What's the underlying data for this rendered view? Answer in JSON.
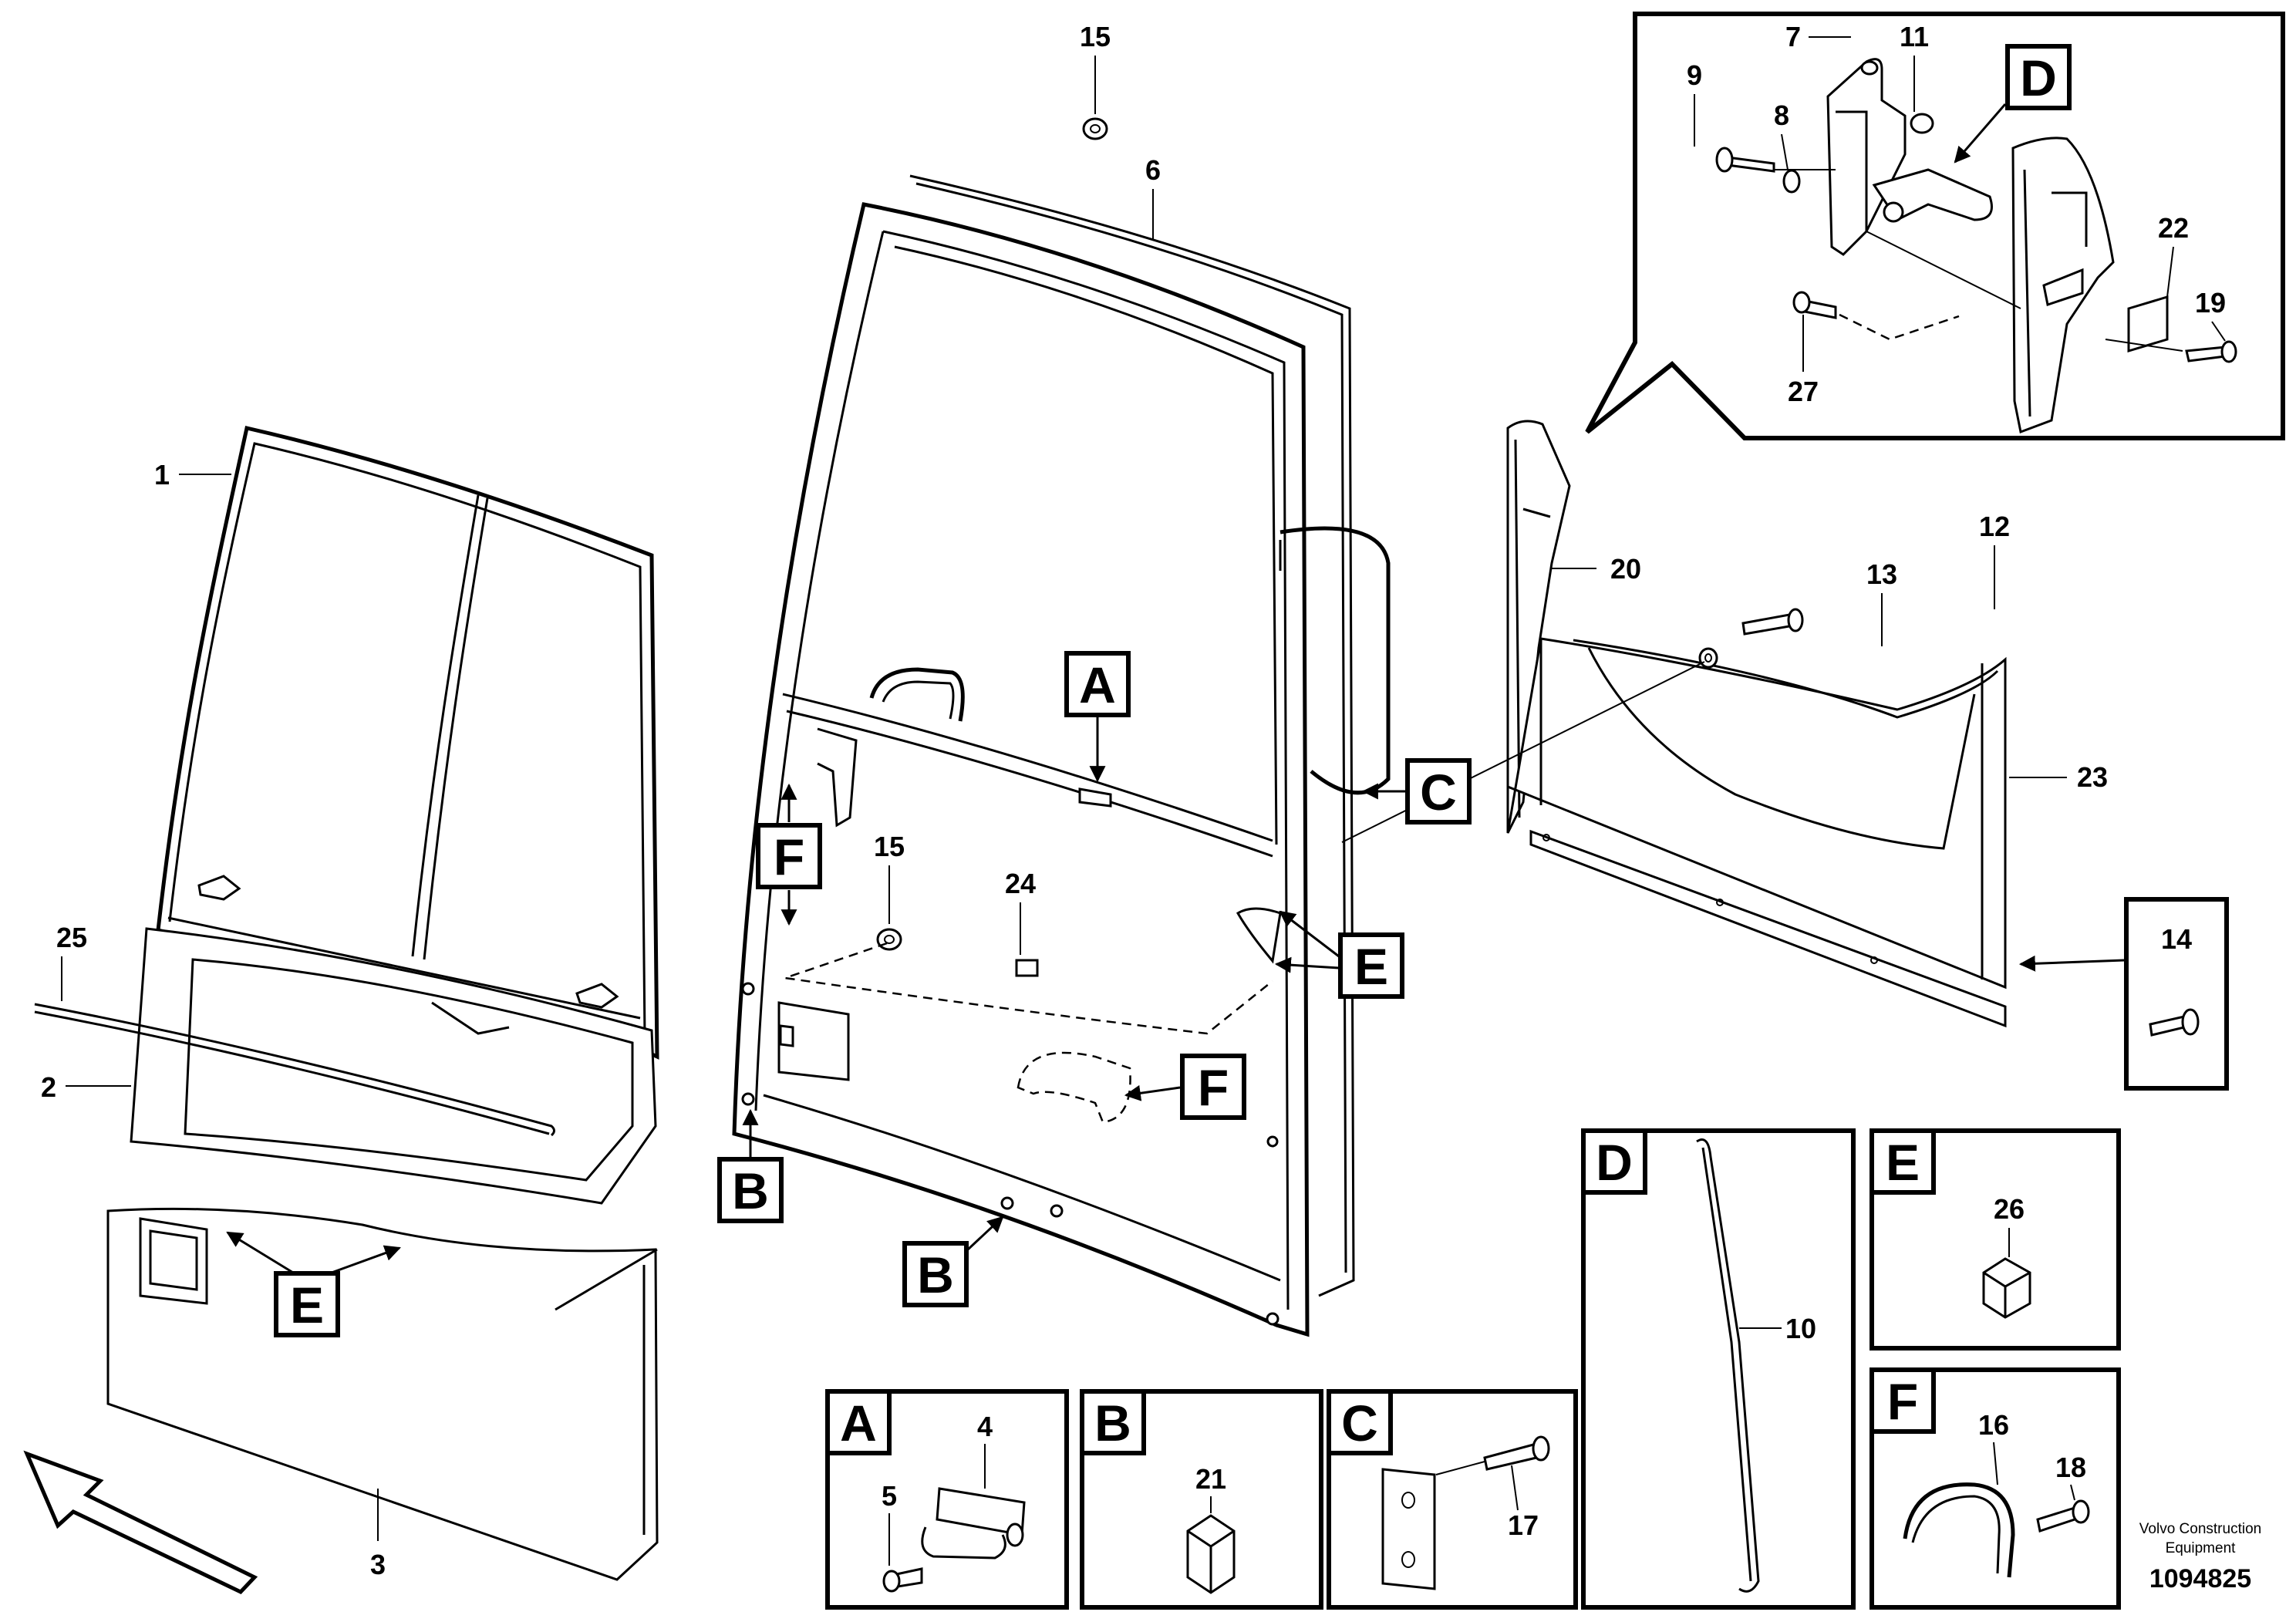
{
  "parts": {
    "p1": "1",
    "p2": "2",
    "p3": "3",
    "p4": "4",
    "p5": "5",
    "p6": "6",
    "p7": "7",
    "p8": "8",
    "p9": "9",
    "p10": "10",
    "p11": "11",
    "p12": "12",
    "p13": "13",
    "p14": "14",
    "p15": "15",
    "p16": "16",
    "p17": "17",
    "p18": "18",
    "p19": "19",
    "p20": "20",
    "p21": "21",
    "p22": "22",
    "p23": "23",
    "p24": "24",
    "p25": "25",
    "p26": "26",
    "p27": "27"
  },
  "callouts": {
    "a": "A",
    "b": "B",
    "c": "C",
    "d": "D",
    "e": "E",
    "f": "F"
  },
  "credit": {
    "line1": "Volvo Construction",
    "line2": "Equipment"
  },
  "doc_number": "1094825"
}
